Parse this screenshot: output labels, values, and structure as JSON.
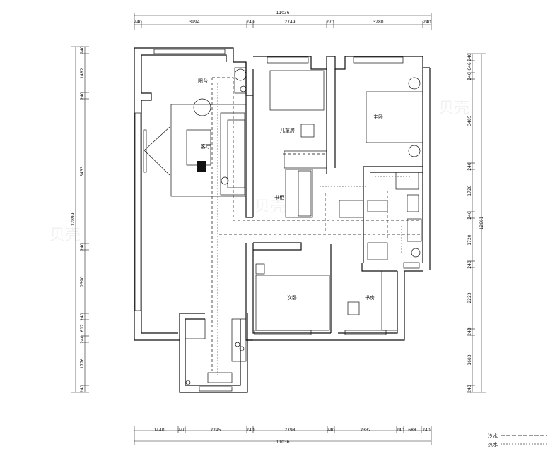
{
  "dimensions": {
    "top": {
      "total": "11036",
      "segments": [
        "240",
        "3994",
        "240",
        "2749",
        "270",
        "3280",
        "240"
      ]
    },
    "bottom": {
      "total": "11036",
      "segments": [
        "1440",
        "240",
        "2295",
        "240",
        "2798",
        "240",
        "2332",
        "240",
        "688",
        "240"
      ]
    },
    "left": {
      "total": "12899",
      "segments": [
        "240",
        "1482",
        "240",
        "5433",
        "240",
        "2390",
        "240",
        "617",
        "240",
        "1776",
        "240"
      ]
    },
    "right": {
      "total": "12661",
      "segments": [
        "240",
        "646",
        "240",
        "3405",
        "240",
        "1728",
        "240",
        "1720",
        "240",
        "2223",
        "240",
        "1683",
        "240"
      ]
    }
  },
  "rooms": {
    "balcony": "阳台",
    "living": "客厅",
    "kids_room": "儿童房",
    "master_bedroom": "主卧",
    "study_a": "书柜",
    "second_bedroom": "次卧",
    "study_b": "书房"
  },
  "legend": {
    "cold": "冷水",
    "hot": "热水"
  },
  "watermark": "贝壳"
}
